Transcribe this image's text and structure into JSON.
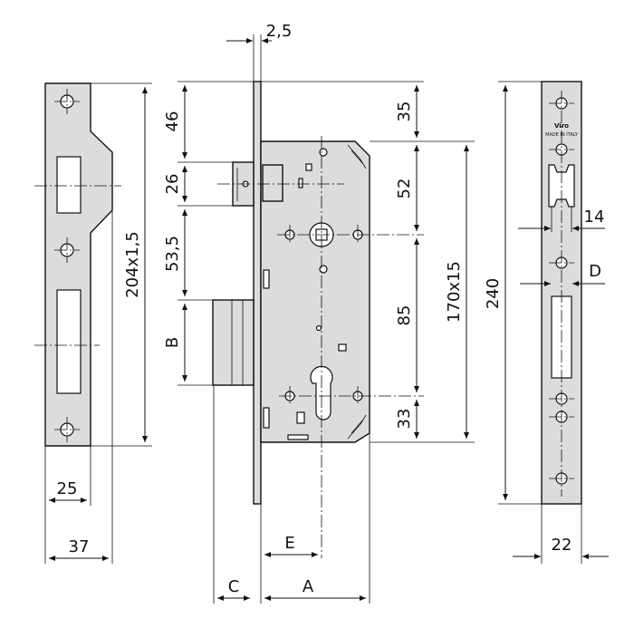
{
  "brand": {
    "logo": "Viro",
    "origin": "MADE IN ITALY"
  },
  "dimensions": {
    "thickness": "2,5",
    "top_front": "46",
    "latch_height": "26",
    "latch_to_bolt": "53,5",
    "bolt": "B",
    "strike_length": "204x1,5",
    "strike_slot": "25",
    "strike_width": "37",
    "top_case": "35",
    "spindle": "52",
    "center_distance": "85",
    "bottom_case": "33",
    "case_height": "170x15",
    "faceplate_length": "240",
    "faceplate_slot": "14",
    "faceplate_d": "D",
    "faceplate_width": "22",
    "backset_e": "E",
    "c": "C",
    "a": "A"
  },
  "colors": {
    "plate": "#dcdcdc",
    "line": "#111111",
    "background": "#ffffff"
  }
}
